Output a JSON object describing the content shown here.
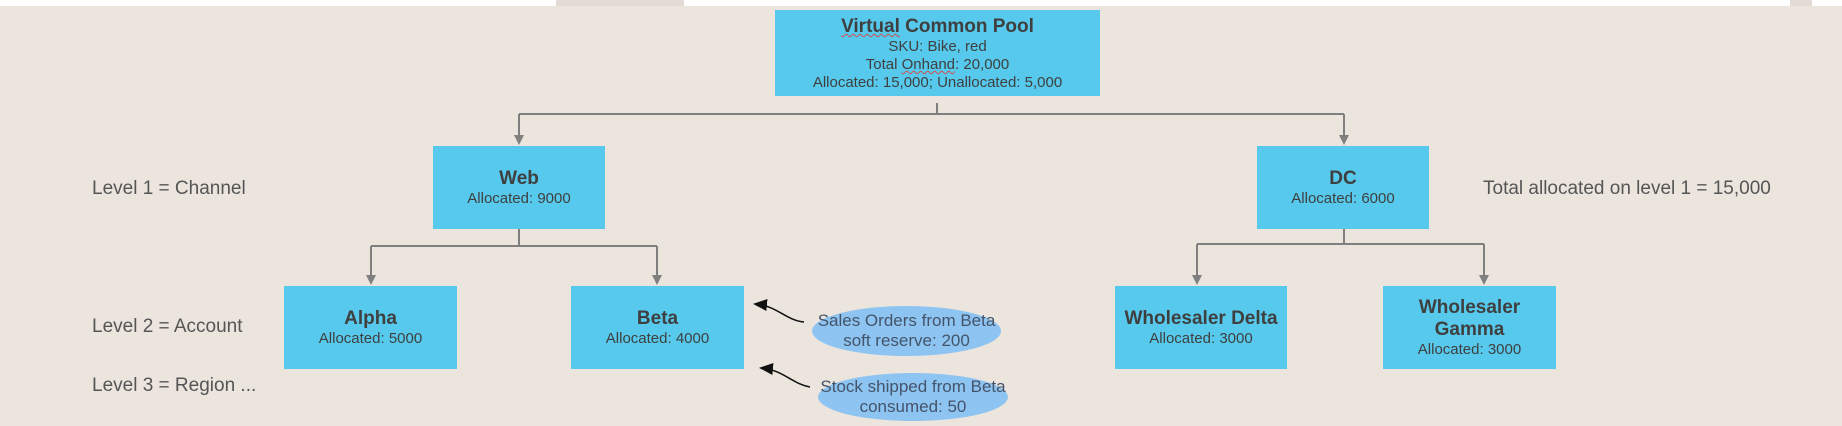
{
  "pool": {
    "title_parts": [
      "Virtual",
      " Common Pool"
    ],
    "sku": "SKU: Bike, red",
    "onhand_parts": [
      "Total ",
      "Onhand",
      ": 20,000"
    ],
    "allocated": "Allocated: 15,000; Unallocated: 5,000"
  },
  "web": {
    "title": "Web",
    "allocated": "Allocated: 9000"
  },
  "dc": {
    "title": "DC",
    "allocated": "Allocated: 6000"
  },
  "alpha": {
    "title": "Alpha",
    "allocated": "Allocated: 5000"
  },
  "beta": {
    "title": "Beta",
    "allocated": "Allocated: 4000"
  },
  "delta": {
    "title": "Wholesaler Delta",
    "allocated": "Allocated: 3000"
  },
  "gamma": {
    "title": "Wholesaler Gamma",
    "allocated": "Allocated: 3000"
  },
  "levels": {
    "level1": "Level 1 = Channel",
    "level2": "Level 2 = Account",
    "level3": "Level 3 = Region ..."
  },
  "total_note": "Total allocated on level 1 = 15,000",
  "bubbles": {
    "soft_reserve": {
      "line1": "Sales Orders from Beta",
      "line2": "soft reserve: 200"
    },
    "consumed": {
      "line1": "Stock shipped from Beta",
      "line2": "consumed: 50"
    }
  },
  "colors": {
    "box": "#56c9ec",
    "bubble": "#8ec4f2",
    "background": "#ebe5de",
    "connector": "#7f7f7f"
  }
}
